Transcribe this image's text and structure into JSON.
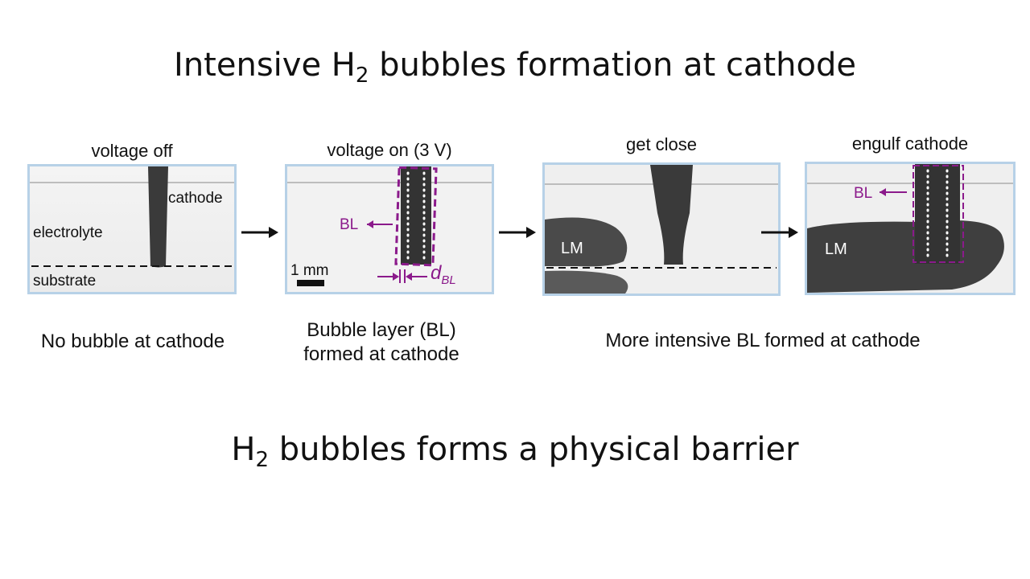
{
  "slide": {
    "title_top": {
      "prefix": "Intensive H",
      "sub": "2",
      "suffix": " bubbles formation at cathode"
    },
    "title_bottom": {
      "prefix": "H",
      "sub": "2",
      "suffix": " bubbles forms a physical barrier"
    }
  },
  "panels": [
    {
      "label": "voltage off",
      "texts": {
        "cathode": "cathode",
        "electrolyte": "electrolyte",
        "substrate": "substrate"
      }
    },
    {
      "label": "voltage on (3 V)",
      "texts": {
        "bl": "BL",
        "scale": "1 mm",
        "d": "d",
        "d_sub": "BL"
      }
    },
    {
      "label": "get close",
      "texts": {
        "lm": "LM"
      }
    },
    {
      "label": "engulf cathode",
      "texts": {
        "bl": "BL",
        "lm": "LM"
      }
    }
  ],
  "captions": {
    "first": "No bubble at cathode",
    "second_line1": "Bubble layer (BL)",
    "second_line2": "formed at cathode",
    "third": "More intensive BL formed at cathode"
  },
  "colors": {
    "panel_border": "#b7d1e7",
    "annotation": "#8b1a8b",
    "background": "#ffffff"
  }
}
